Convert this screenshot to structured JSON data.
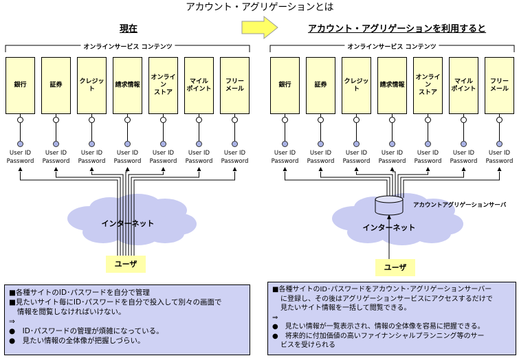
{
  "title": "アカウント・アグリゲーションとは",
  "left": {
    "heading": "現在",
    "section_label": "オンラインサービス コンテンツ",
    "services": [
      "銀行",
      "証券",
      "クレジット",
      "請求情報",
      "オンライン\nストア",
      "マイル\nポイント",
      "フリー\nメール"
    ],
    "cred_user": "User ID",
    "cred_pass": "Password",
    "cloud_label": "インターネット",
    "user_label": "ユーザ",
    "info_lines": [
      "■各種サイトのID･パスワードを自分で管理",
      "■見たいサイト毎にID･パスワードを自分で投入して別々の画面で",
      "情報を閲覧しなければいけない。",
      "⇒",
      "●　ID･パスワードの管理が煩雑になっている。",
      "●　見たい情報の全体像が把握しづらい。"
    ]
  },
  "right": {
    "heading": "アカウント・アグリゲーションを利用すると",
    "section_label": "オンラインサービス コンテンツ",
    "services": [
      "銀行",
      "証券",
      "クレジット",
      "請求情報",
      "オンライン\nストア",
      "マイル\nポイント",
      "フリー\nメール"
    ],
    "cred_user": "User ID",
    "cred_pass": "Password",
    "server_label": "アカウントアグリゲーションサーバ",
    "cloud_label": "インターネット",
    "user_label": "ユーザ",
    "info_lines": [
      "■各種サイトのID･パスワードをアカウント･アグリゲーションサーバー",
      "に登録し、その後はアグリゲーションサービスにアクセスするだけで",
      "見たいサイト情報を一括して閲覧できる。",
      "⇒",
      "●　見たい情報が一覧表示され、情報の全体像を容易に把握できる。",
      "●　将来的に付加価値の高いファイナンシャルプランニング等のサー",
      "ビスを受けられる"
    ]
  },
  "colors": {
    "box_fill": "#ffffcc",
    "cloud": "#c9ccf2",
    "info_fill": "#cfd2f4",
    "arrow": "#ffff66",
    "node_fill": "#aab3e6"
  }
}
